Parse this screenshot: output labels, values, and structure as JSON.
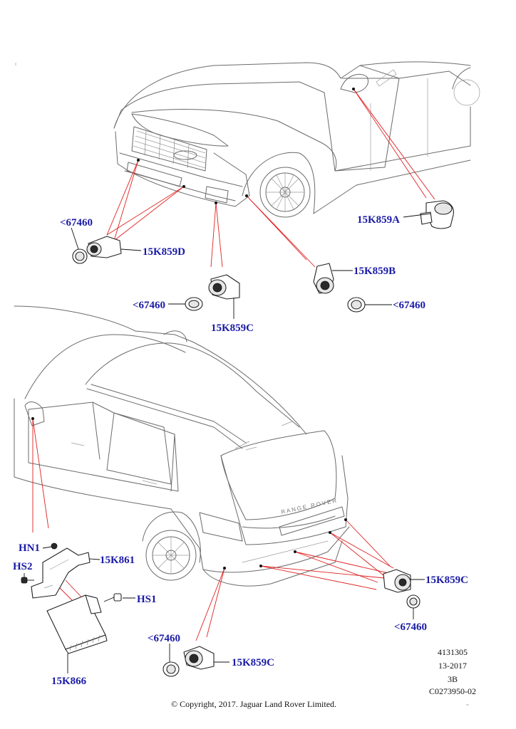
{
  "labels": {
    "k859a": "15K859A",
    "k859d": "15K859D",
    "k859b": "15K859B",
    "k859c_front": "15K859C",
    "k859c_rear": "15K859C",
    "k859c_bottom": "15K859C",
    "k861": "15K861",
    "k866": "15K866",
    "hn1": "HN1",
    "hs2": "HS2",
    "hs1": "HS1",
    "grommet_d": "<67460",
    "grommet_c": "<67460",
    "grommet_b": "<67460",
    "grommet_rear": "<67460",
    "grommet_bottom": "<67460"
  },
  "reference": {
    "number": "4131305",
    "date": "13-2017",
    "revision": "3B",
    "code": "C0273950-02"
  },
  "footer": {
    "copyright": "© Copyright, 2017. Jaguar Land Rover Limited."
  },
  "colors": {
    "label_text": "#1a1aa6",
    "leader_red": "#e02020",
    "linework": "#6b6b6b"
  }
}
